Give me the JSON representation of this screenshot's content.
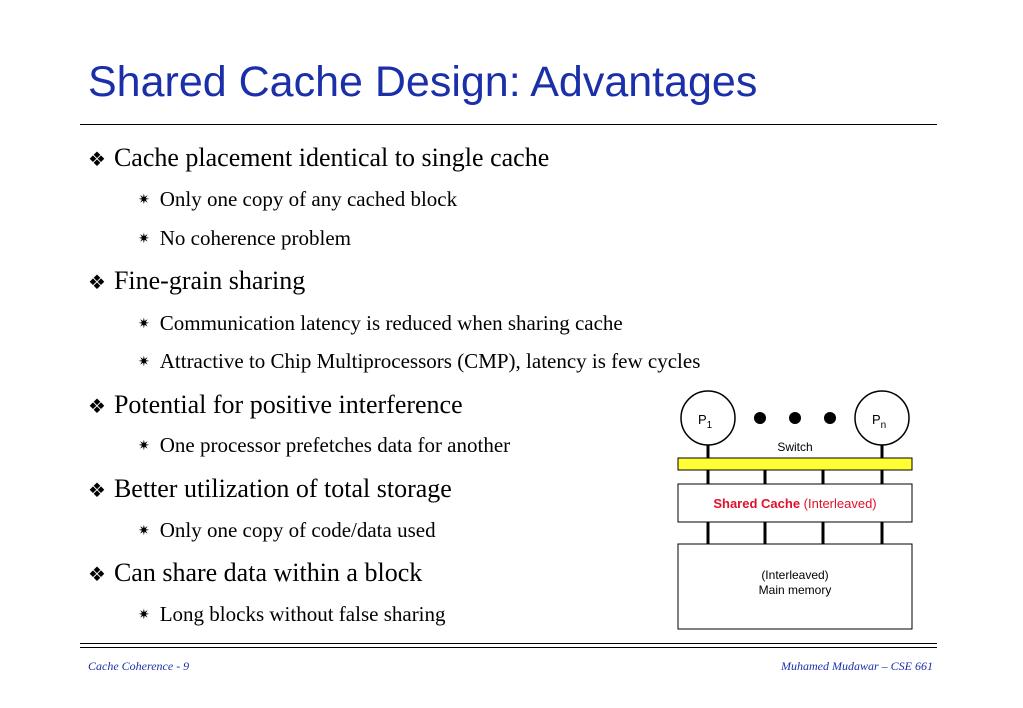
{
  "slide": {
    "title": "Shared Cache Design: Advantages",
    "bullets": [
      {
        "text": "Cache placement identical to single cache",
        "sub": [
          "Only one copy of any cached block",
          "No coherence problem"
        ]
      },
      {
        "text": "Fine-grain sharing",
        "sub": [
          "Communication latency is reduced when sharing cache",
          "Attractive to Chip Multiprocessors (CMP), latency is few cycles"
        ]
      },
      {
        "text": "Potential for positive interference",
        "sub": [
          "One processor prefetches data for another"
        ]
      },
      {
        "text": "Better utilization of total storage",
        "sub": [
          "Only one copy of code/data used"
        ]
      },
      {
        "text": "Can share data within a block",
        "sub": [
          "Long blocks without false sharing"
        ]
      }
    ]
  },
  "diagram": {
    "p1_base": "P",
    "p1_sub": "1",
    "pn_base": "P",
    "pn_sub": "n",
    "switch_label": "Switch",
    "cache_label_bold": "Shared Cache",
    "cache_label_rest": " (Interleaved)",
    "memory_line1": "(Interleaved)",
    "memory_line2": "Main memory",
    "colors": {
      "switch_fill": "#ffff33",
      "cache_label": "#e0102a"
    }
  },
  "footer": {
    "left": "Cache Coherence - 9",
    "right": "Muhamed Mudawar – CSE 661"
  }
}
